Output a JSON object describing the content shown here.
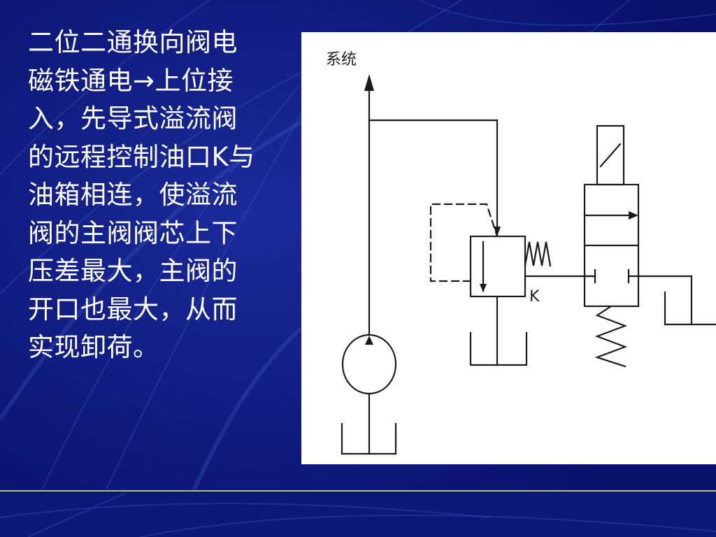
{
  "slide": {
    "body_lines": [
      "二位二通换向阀电",
      "磁铁通电→上位接",
      "入，先导式溢流阀",
      "的远程控制油口K与",
      "油箱相连，使溢流",
      "阀的主阀阀芯上下",
      "压差最大，主阀的",
      "开口也最大，从而",
      "实现卸荷。"
    ]
  },
  "diagram": {
    "system_label": "系统",
    "port_label": "K"
  },
  "colors": {
    "background": "#0a1470",
    "text": "#ffffff",
    "panel": "#ffffff",
    "line": "#1a1a1a",
    "accent_line": "#b7c27a"
  }
}
